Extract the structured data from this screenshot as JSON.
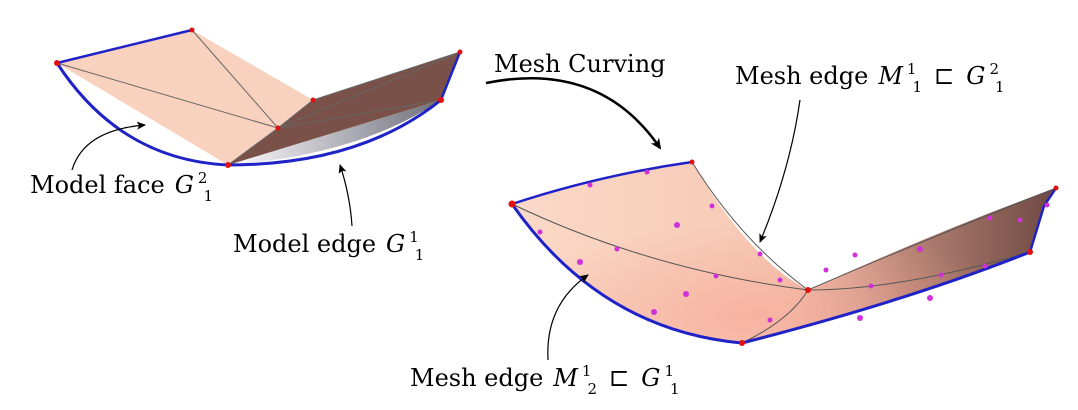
{
  "labels": {
    "transition": "Mesh Curving",
    "model_face": {
      "text": "Model face",
      "sym": "G",
      "sup": "2",
      "sub": "1"
    },
    "model_edge": {
      "text": "Model edge",
      "sym": "G",
      "sup": "1",
      "sub": "1"
    },
    "mesh_edge_top": {
      "text": "Mesh edge",
      "sym": "M",
      "sup": "1",
      "sub": "1",
      "rel": "⊏",
      "sym2": "G",
      "sup2": "2",
      "sub2": "1"
    },
    "mesh_edge_bottom": {
      "text": "Mesh edge",
      "sym": "M",
      "sup": "1",
      "sub": "2",
      "rel": "⊏",
      "sym2": "G",
      "sup2": "1",
      "sub2": "1"
    }
  },
  "colors": {
    "face_light": "#f8d2bf",
    "face_dark": "#7a5148",
    "edge_blue": "#1f22c7",
    "vertex_red": "#e01010",
    "node_magenta": "#d030d8"
  }
}
